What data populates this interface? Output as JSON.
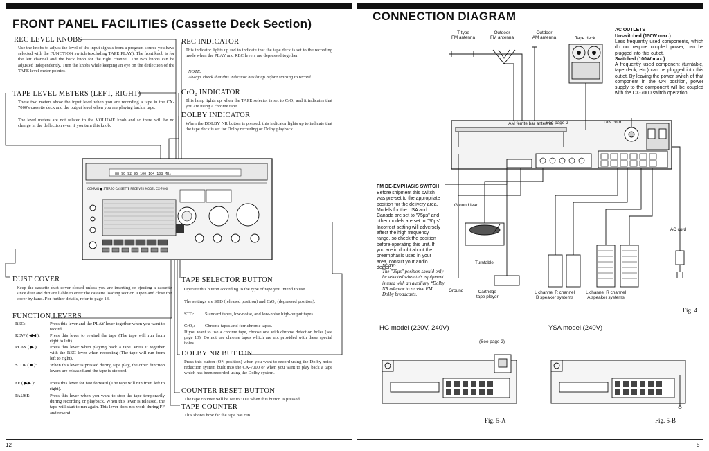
{
  "left": {
    "title": "FRONT PANEL FACILITIES (Cassette Deck Section)",
    "rec_level": {
      "heading": "REC LEVEL KNOBS",
      "text": "Use the knobs to adjust the level of the input signals from a program source you have selected with the FUNCTION switch (excluding TAPE PLAY). The front knob is for the left channel and the back knob for the right channel. The two knobs can be adjusted independently. Turn the knobs while keeping an eye on the deflection of the TAPE level meter pointer."
    },
    "tape_meters": {
      "heading": "TAPE LEVEL METERS (LEFT, RIGHT)",
      "text1": "These two meters show the input level when you are recording a tape in the CX-7000's cassette deck and the output level when you are playing back a tape.",
      "text2": "The level meters are not related to the VOLUME knob and so there will be no change in the deflection even if you turn this knob."
    },
    "rec_indicator": {
      "heading": "REC INDICATOR",
      "text": "This indicator lights up red to indicate that the tape deck is set to the recording mode when the PLAY and REC levers are depressed together.",
      "note_label": "NOTE:",
      "note": "Always check that this indicator has lit up before starting to record."
    },
    "cro2": {
      "heading": "CrO₂ INDICATOR",
      "text": "This lamp lights up when the TAPE selector is set to CrO₂ and it indicates that you are using a chrome tape."
    },
    "dolby_indicator": {
      "heading": "DOLBY INDICATOR",
      "text": "When the DOLBY NR button is pressed, this indicator lights up to indicate that the tape deck is set for Dolby recording or Dolby playback."
    },
    "panel_brand": "CONRAD ● STEREO CASSETTE RECEIVER MODEL CX-7000",
    "dust_cover": {
      "heading": "DUST COVER",
      "text": "Keep the cassette dust cover closed unless you are inserting or ejecting a cassette since dust and dirt are liable to enter the cassette loading section. Open and close the cover by hand. For further details, refer to page 13."
    },
    "function_levers": {
      "heading": "FUNCTION LEVERS",
      "items": [
        {
          "key": "REC:",
          "text": "Press this lever and the PLAY lever together when you want to record."
        },
        {
          "key": "REW ( ◀◀ ):",
          "text": "Press this lever to rewind the tape (The tape will run from right to left)."
        },
        {
          "key": "PLAY ( ▶ ):",
          "text": "Press this lever when playing back a tape. Press it together with the REC lever when recording (The tape will run from left to right)."
        },
        {
          "key": "STOP ( ■ ):",
          "text": "When this lever is pressed during tape play, the other function levers are released and the tape is stopped."
        },
        {
          "key": "FF ( ▶▶ ):",
          "text": "Press this lever for fast forward (The tape will run from left to right)."
        },
        {
          "key": "PAUSE:",
          "text": "Press this lever when you want to stop the tape temporarily during recording or playback. When this lever is released, the tape will start to run again. This lever does not work during FF and rewind."
        }
      ]
    },
    "tape_selector": {
      "heading": "TAPE SELECTOR BUTTON",
      "text1": "Operate this button according to the type of tape you intend to use.",
      "text2": "The settings are STD (released position) and CrO₂ (depressed position).",
      "std_key": "STD:",
      "std_text": "Standard tapes, low-noise, and low-noise high-output tapes.",
      "cro2_key": "CrO₂:",
      "cro2_text": "Chrome tapes and ferrichrome tapes.",
      "text3": "If you want to use a chrome tape, choose one with chrome detection holes (see page 13). Do not use chrome tapes which are not provided with these special holes."
    },
    "dolby_button": {
      "heading": "DOLBY NR BUTTON",
      "text": "Press this button (ON position) when you want to record using the Dolby noise reduction system built into the CX-7000 or when you want to play back a tape which has been recorded using the Dolby system."
    },
    "counter_reset": {
      "heading": "COUNTER RESET BUTTON",
      "text": "The tape counter will be set to '000' when this button is pressed."
    },
    "tape_counter": {
      "heading": "TAPE COUNTER",
      "text": "This shows how far the tape has run."
    },
    "page_number": "12"
  },
  "right": {
    "title": "CONNECTION DIAGRAM",
    "antenna_labels": [
      {
        "top": "T-type",
        "bottom": "FM antenna"
      },
      {
        "top": "Outdoor",
        "bottom": "FM antenna"
      },
      {
        "top": "Outdoor",
        "bottom": "AM antenna"
      }
    ],
    "tape_deck": "Tape deck",
    "ac_outlets": {
      "heading": "AC OUTLETS",
      "unswitched": "Unswitched (150W max.):",
      "unswitched_text": "Less frequently used components, which do not require coupled power, can be plugged into this outlet.",
      "switched": "Switched (100W max.):",
      "switched_text": "A frequently used component (turntable, tape deck, etc.) can be plugged into this outlet. By leaving the power switch of that component in the ON position, power supply to the component will be coupled with the CX-7000 switch operation."
    },
    "see_page2": "See page 2",
    "am_ferrite": "AM ferrite bar antenna",
    "din_cord": "DIN cord",
    "fm_deemphasis": {
      "heading": "FM DE-EMPHASIS SWITCH",
      "text": "Before shipment this switch was pre-set to the appropriate position for the delivery area. Models for the USA and Canada are set to \"75μs\" and other models are set to \"50μs\". Incorrect setting will adversely affect the high frequency range, so check the position before operating this unit. If you are in doubt about the preemphasis used in your area, consult your audio dealer.",
      "note_label": "NOTE:",
      "note": "The \"25μs\" position should only be selected when this equipment is used with an auxiliary *Dolby NR adaptor to receive FM Dolby broadcasts."
    },
    "ground_lead": "Ground lead",
    "ac_cord": "AC cord",
    "turntable": "Turntable",
    "ground": "Ground",
    "cartridge": "Cartridge\ntape player",
    "speakers_b": "L channel R channel\nB speaker systems",
    "speakers_a": "L channel R channel\nA speaker systems",
    "fig4": "Fig. 4",
    "hg_model": "HG model (220V, 240V)",
    "ysa_model": "YSA model (240V)",
    "see_page2_paren": "(See page 2)",
    "fig5a": "Fig. 5-A",
    "fig5b": "Fig. 5-B",
    "page_number": "5"
  }
}
